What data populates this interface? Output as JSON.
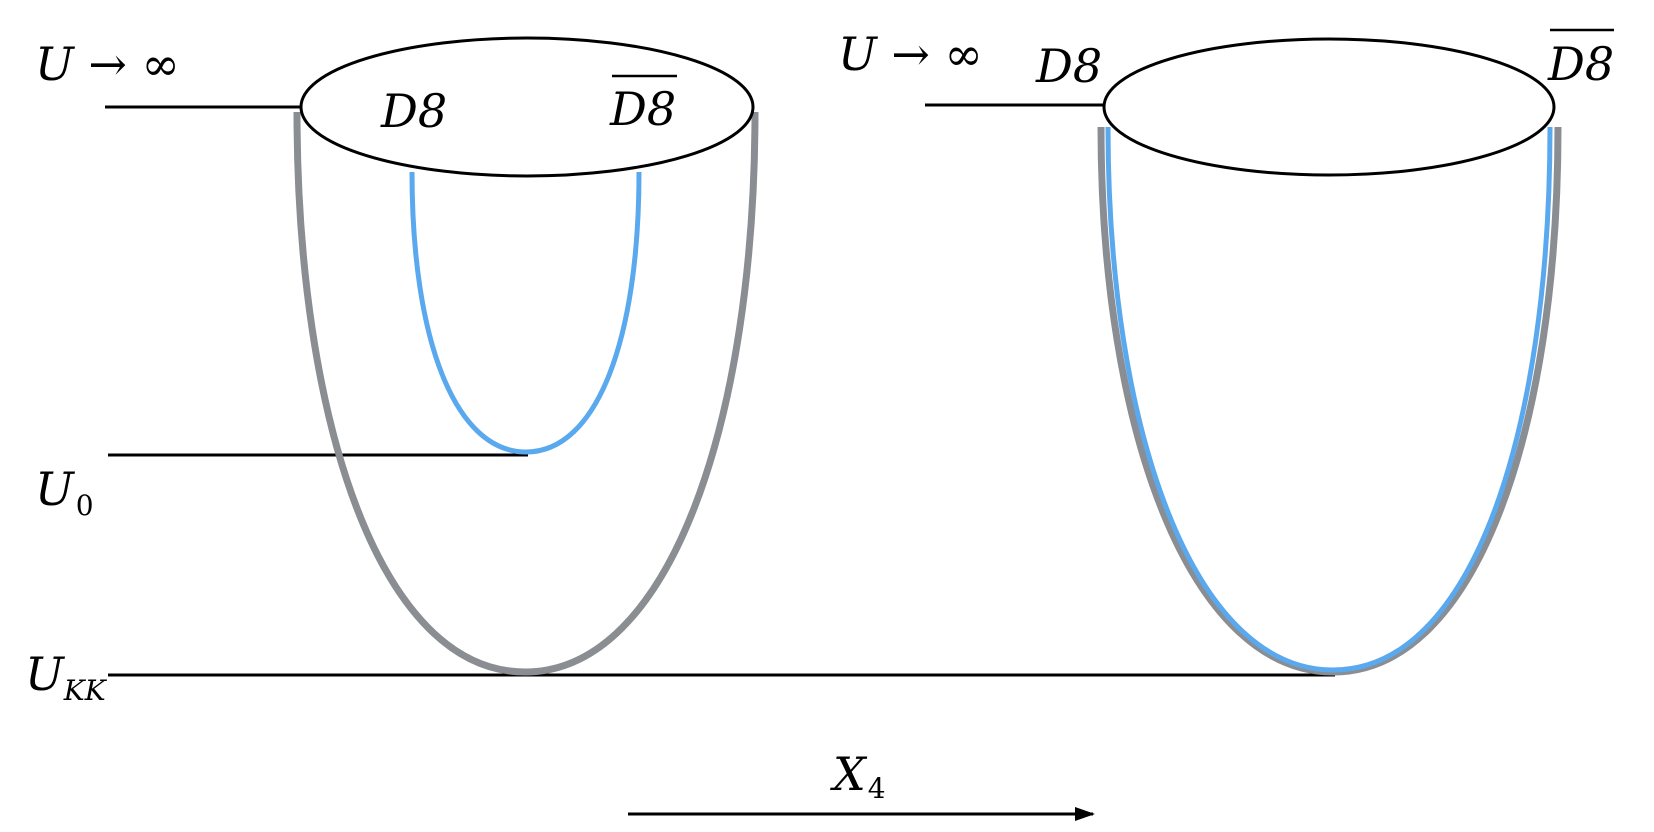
{
  "labels": {
    "u_infinity_left": "U → ∞",
    "u_infinity_right": "U → ∞",
    "d8_left": "D8",
    "d8bar_left": "D8",
    "d8_right": "D8",
    "d8bar_right": "D8",
    "u0_base": "U",
    "u0_sub": "0",
    "ukk_base": "U",
    "ukk_sub": "KK",
    "x4_base": "X",
    "x4_sub": "4"
  },
  "colors": {
    "brane_gray": "#8a8d91",
    "brane_blue": "#5aa9ee",
    "line": "#000000"
  }
}
